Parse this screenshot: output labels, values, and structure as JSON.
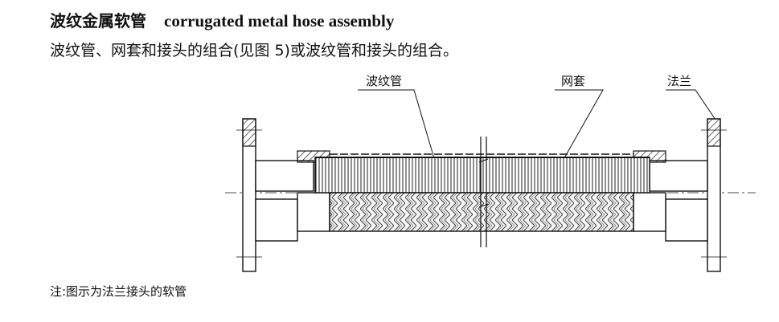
{
  "term": {
    "zh": "波纹金属软管",
    "en": "corrugated metal hose assembly"
  },
  "definition": "波纹管、网套和接头的组合(见图 5)或波纹管和接头的组合。",
  "figure": {
    "labels": {
      "bellows": "波纹管",
      "braid": "网套",
      "flange": "法兰"
    }
  },
  "note": "注:图示为法兰接头的软管"
}
